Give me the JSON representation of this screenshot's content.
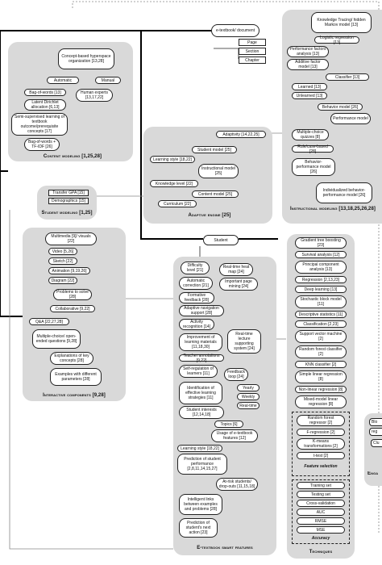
{
  "panels": {
    "content_modeling": {
      "title": "Content modeling [1,25,28]",
      "concept": "Concept-based hyperspace organization [13,28]",
      "automatic": "Automatic",
      "manual": "Manual",
      "bag_of_words": "Bag-of-words [13]",
      "lda": "Latent Dirichlet allocation [6,13]",
      "semi_supervised": "Semi-supervised learning of textbook outcome/prerequisite concepts [17]",
      "bow_tfidf": "Bag-of-words + TF-IDF [26]",
      "human_experts": "Human experts [13,17,22]"
    },
    "etextbook": {
      "document": "e-textbook/ document",
      "page": "Page",
      "section": "Section",
      "chapter": "Chapter"
    },
    "instructional_modeling": {
      "title": "Instructional modeling [13,18,25,26,28]",
      "knowledge_tracing": "Knowledge Tracing/ hidden Markov model [13]",
      "logistic_regression": "Logistic regression [13]",
      "pfa": "Performance factors analysis [13]",
      "additive": "Additive factor model [13]",
      "classifier": "Classifier [13]",
      "learned": "Learned [13]",
      "unlearned": "Unlearned [13]",
      "behavior_model": "Behavior model [26]",
      "performance_model": "Performance model",
      "mcq": "Multiple-choice quizzes [8]",
      "rule_based": "Rule/case-based [28]",
      "behavior_performance": "Behavior-performance model [26]",
      "individualized": "Individualized behavior-performance model [26]"
    },
    "adaptive_engine": {
      "title": "Adaptive engine [25]",
      "adaptivity": "Adaptivity [14,22,25]",
      "student_model": "Student model [25]",
      "learning_style": "Learning style [18,22]",
      "instructional_model": "Instructional model [25]",
      "knowledge_level": "Knowledge level [22]",
      "content_model": "Content model [25]",
      "curriculum": "Curriculum [22]"
    },
    "student_modeling": {
      "title": "Student modeling [1,25]",
      "transfer_gpa": "Transfer GPA [15]",
      "demographics": "Demographics [15]"
    },
    "interactive": {
      "title": "Interactive components [9,28]",
      "multimedia": "Multimedia [9]/ visuals [22]",
      "video": "Video [5,26]",
      "sketch": "Sketch [22]",
      "animation": "Animation [9,19,26]",
      "diagram": "Diagram [22]",
      "problems": "Problems to solve [28]",
      "collaborative": "Collaborative [9,22]",
      "qa": "Q&A [22,27,28]",
      "mcq_open": "Multiple-choice/ open-ended questions [9,28]",
      "explanations": "Explanations of key concepts [28]",
      "examples": "Examples with different parameters [28]"
    },
    "smart_features": {
      "title": "E-textbook smart features",
      "student": "Student",
      "difficulty": "Difficulty level [21]",
      "heatmap": "Real-time heat map [24]",
      "auto_correction": "Automatic correction [21]",
      "page_mining": "Important page mining [24]",
      "formative": "Formative feedback [28]",
      "nav_support": "Adaptive navigation support [28]",
      "activity": "Activity recognition [14]",
      "improvement": "Improvement of learning materials [11,18,30]",
      "realtime_lecture": "Real-time lecture supporting system [24]",
      "annotations": "Teacher annotations [9,22]",
      "self_regulation": "Self-regulation of learners [11]",
      "feedback_loop": "Feedback loop [24]",
      "strategies": "Identification of effective learning strategies [11]",
      "yearly": "Yearly",
      "weekly": "Weekly",
      "realtime": "Real-time",
      "interests": "Student interests [12,14,18]",
      "topics": "Topics [6]",
      "usage": "Usage of e-textbook features [12]",
      "learning_style": "Learning style [18,22]",
      "prediction_perf": "Prediction of student performance [2,8,11,14,15,27]",
      "at_risk": "At-risk students/ drop-outs [11,15,18]",
      "intelligent_links": "Intelligent links between examples and problems [28]",
      "prediction_action": "Prediction of student's next action [23]"
    },
    "techniques": {
      "title": "Techniques",
      "gbr": "Gradient tree boosting [23]",
      "survival": "Survival analysis [12]",
      "pca": "Principal component analysis [13]",
      "regression": "Regression [2,13,23]",
      "deep": "Deep learning [13]",
      "sbm": "Stochastic block model [11]",
      "descriptive": "Descriptive statistics [11]",
      "classification": "Classification [2,23]",
      "svm": "Support vector machine [2]",
      "rfc": "Random forest classifier [2]",
      "knn": "KNN classifier [2]",
      "simple_linear": "Simple linear regression [8]",
      "nonlinear": "Non-linear regression [8]",
      "mixed": "Mixed-model linear regression [8]",
      "fs_rf": "Random forest regressor [2]",
      "fs_f": "F-regression [2]",
      "fs_kmeans": "K-means transformations [2]",
      "fs_t": "t-test [2]",
      "feature_selection": "Feature selection",
      "training": "Training set",
      "testing": "Testing set",
      "cv": "Cross-validation",
      "auc": "AUC",
      "rmse": "RMSE",
      "mse": "MSE",
      "accuracy": "Accuracy"
    },
    "cutoff": {
      "blo": "Blo",
      "reg": "reg",
      "clu": "Clu",
      "enga": "Enga"
    }
  }
}
